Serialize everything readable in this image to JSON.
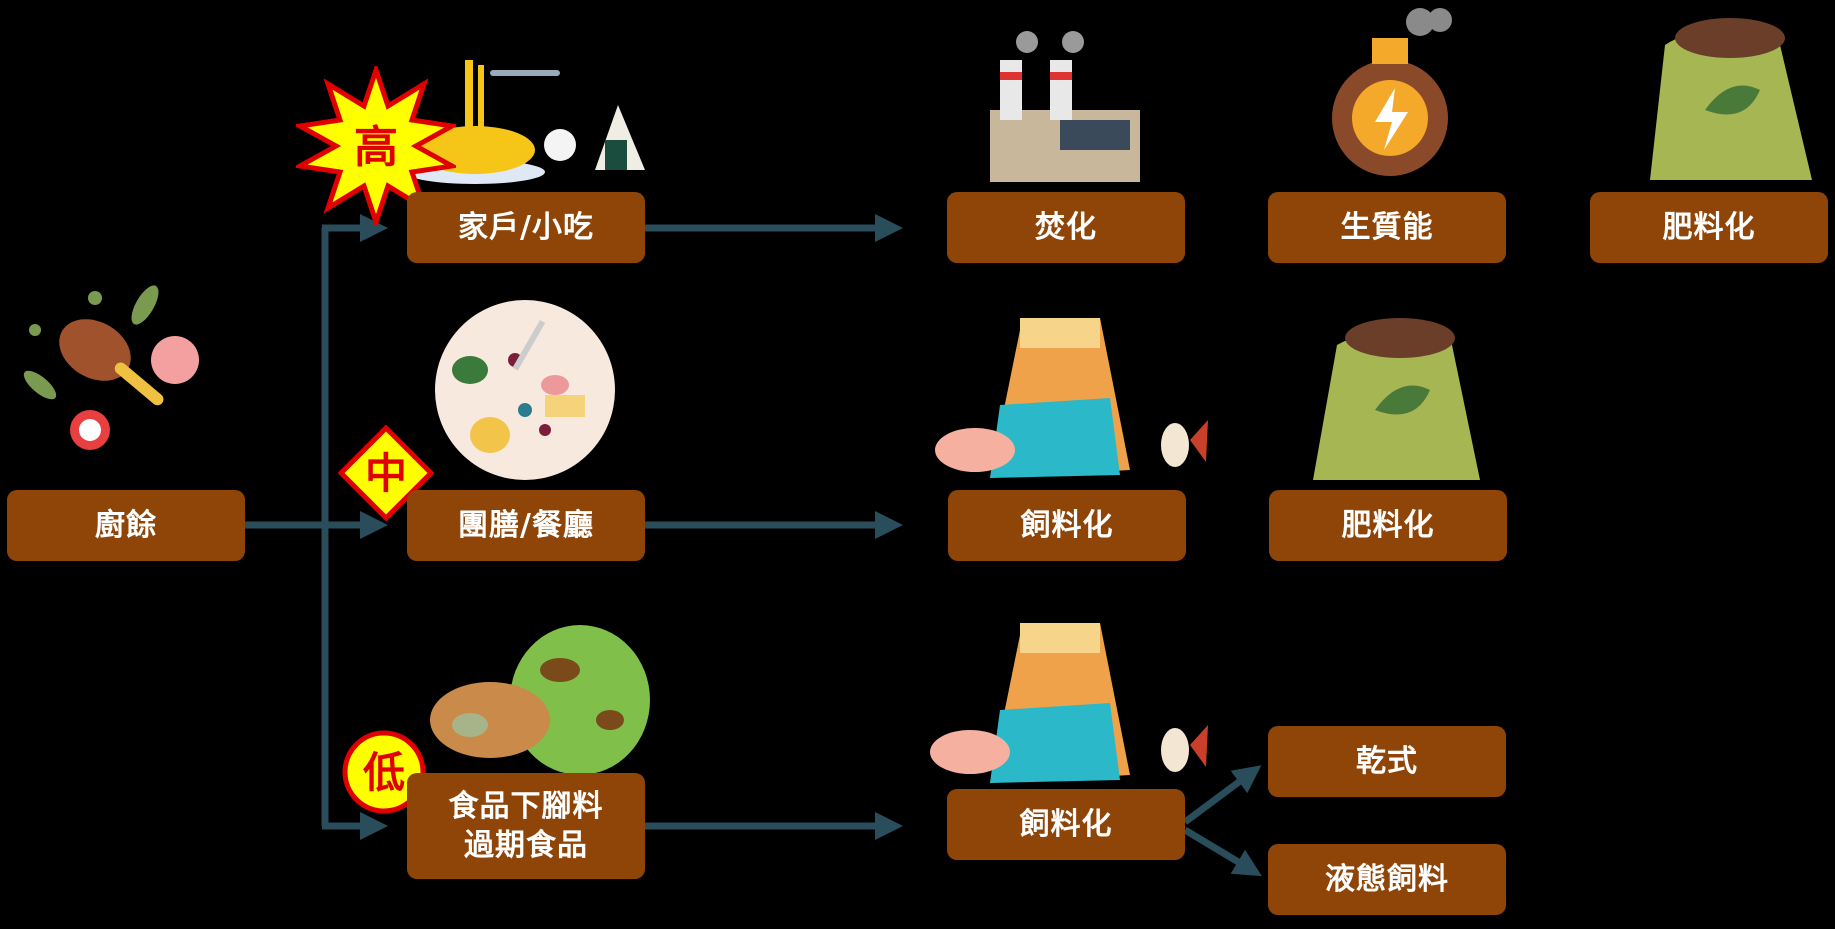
{
  "source": {
    "label": "廚餘"
  },
  "categories": [
    {
      "label": "家戶/小吃",
      "level": "高"
    },
    {
      "label": "團膳/餐廳",
      "level": "中"
    },
    {
      "label": "食品下腳料\n過期食品",
      "level": "低"
    }
  ],
  "outcomes": {
    "row1": [
      "焚化",
      "生質能",
      "肥料化"
    ],
    "row2": [
      "飼料化",
      "肥料化"
    ],
    "row3": [
      "飼料化"
    ]
  },
  "feed_types": [
    "乾式",
    "液態飼料"
  ],
  "colors": {
    "box": "#8f4507",
    "arrow": "#2a4d5c",
    "badge_fill": "#ffff00",
    "badge_text": "#e00000"
  }
}
